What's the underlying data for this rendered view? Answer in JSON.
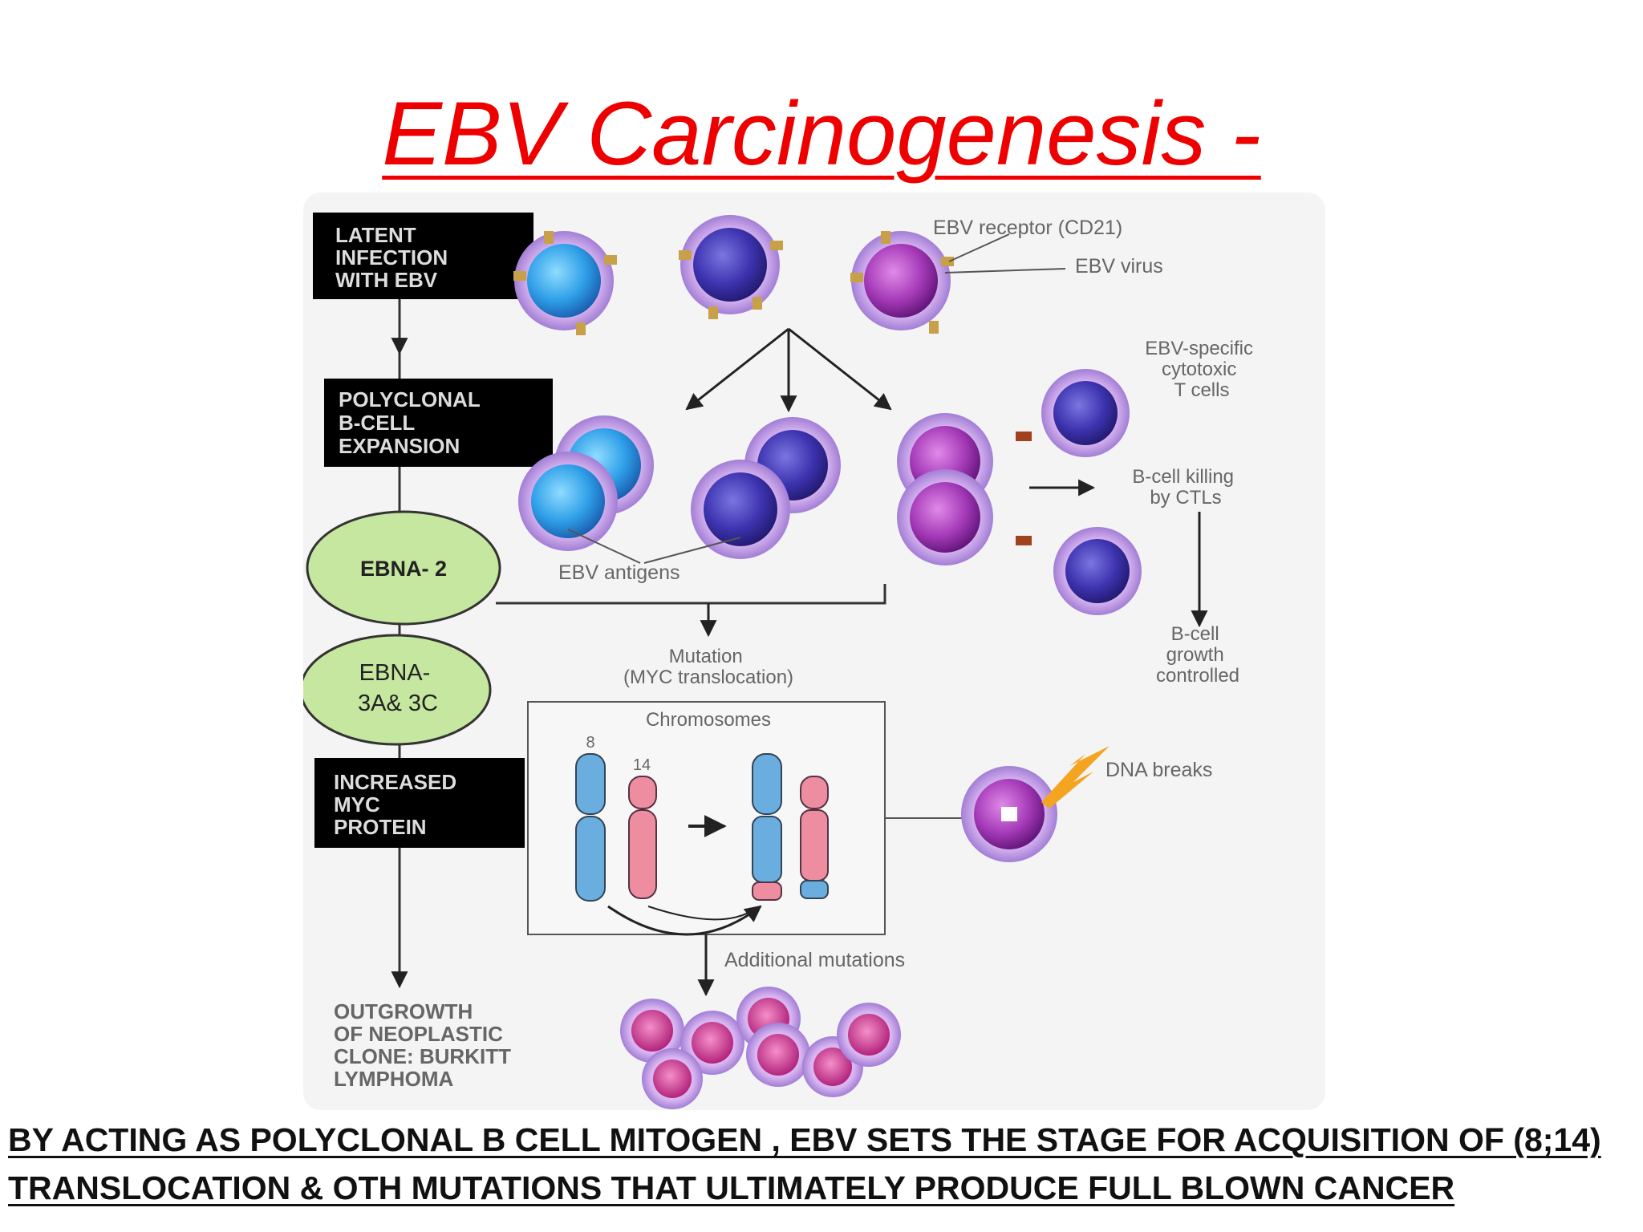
{
  "title": "EBV Carcinogenesis -",
  "diagram": {
    "boxes": {
      "latent": [
        "LATENT",
        "INFECTION",
        "WITH EBV"
      ],
      "polyclonal": [
        "POLYCLONAL",
        "B-CELL",
        "EXPANSION"
      ],
      "myc": [
        "INCREASED",
        "MYC",
        "PROTEIN"
      ],
      "outgrowth": [
        "OUTGROWTH",
        "OF NEOPLASTIC",
        "CLONE: BURKITT",
        "LYMPHOMA"
      ]
    },
    "ovals": {
      "ebna2": [
        "EBNA- 2"
      ],
      "ebna3": [
        "EBNA-",
        "3A& 3C"
      ]
    },
    "labels": {
      "receptor": "EBV receptor (CD21)",
      "virus": "EBV virus",
      "ctl": [
        "EBV-specific",
        "cytotoxic",
        "T cells"
      ],
      "killing": [
        "B-cell killing",
        "by CTLs"
      ],
      "controlled": [
        "B-cell",
        "growth",
        "controlled"
      ],
      "antigens": "EBV antigens",
      "mutation": [
        "Mutation",
        "(MYC translocation)"
      ],
      "chromosomes": "Chromosomes",
      "chr8": "8",
      "chr14": "14",
      "dna_breaks": "DNA breaks",
      "additional": "Additional mutations"
    }
  },
  "caption": {
    "line1": "BY ACTING AS POLYCLONAL B CELL MITOGEN , EBV SETS THE STAGE FOR ACQUISITION OF (8;14)",
    "line2": "TRANSLOCATION & OTH MUTATIONS THAT ULTIMATELY PRODUCE FULL BLOWN CANCER"
  },
  "colors": {
    "title": "#ee0000",
    "cell_blue": "#3aa7ee",
    "cell_indigo": "#4338b8",
    "cell_magenta": "#a43bb8",
    "oval": "#c6e7a0",
    "chromosome_blue": "#6aaee0",
    "chromosome_pink": "#ef8da0"
  }
}
